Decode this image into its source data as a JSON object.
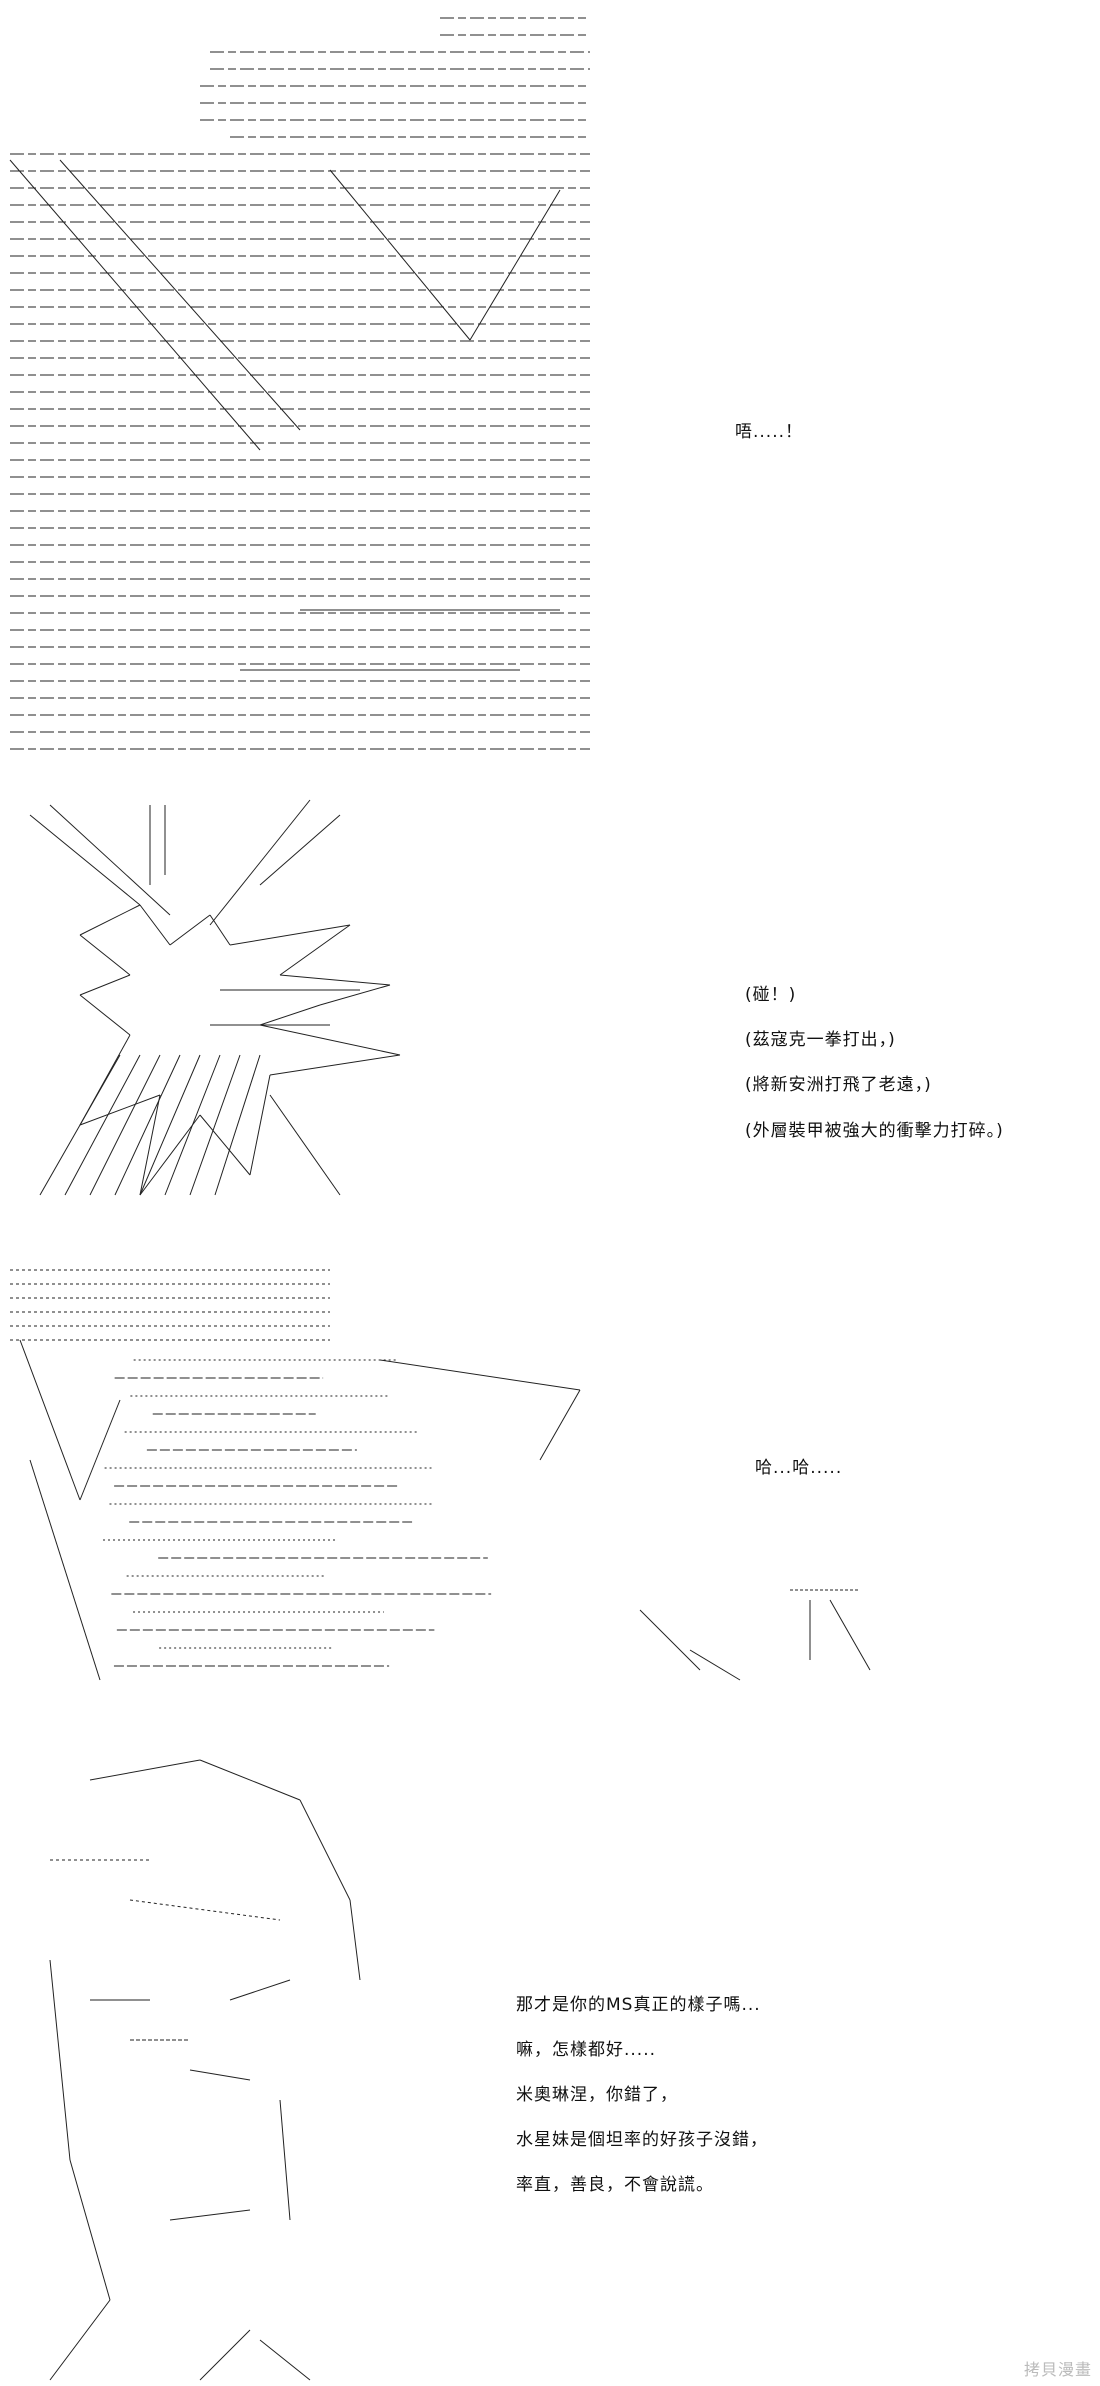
{
  "panels": [
    {
      "lines": [
        "唔.....！"
      ]
    },
    {
      "lines": [
        "(碰！)",
        "(茲寇克一拳打出，)",
        "(將新安洲打飛了老遠，)",
        "(外層裝甲被強大的衝擊力打碎。)"
      ]
    },
    {
      "lines": [
        "哈...哈....."
      ]
    },
    {
      "lines": [
        "那才是你的MS真正的樣子嗎...",
        "嘛，怎樣都好.....",
        "米奧琳涅，你錯了，",
        "水星妹是個坦率的好孩子沒錯，",
        "率直，善良，不會說謊。"
      ]
    }
  ],
  "watermark": "拷貝漫畫",
  "colors": {
    "ink": "#111111",
    "watermark": "#bbbbbb"
  }
}
